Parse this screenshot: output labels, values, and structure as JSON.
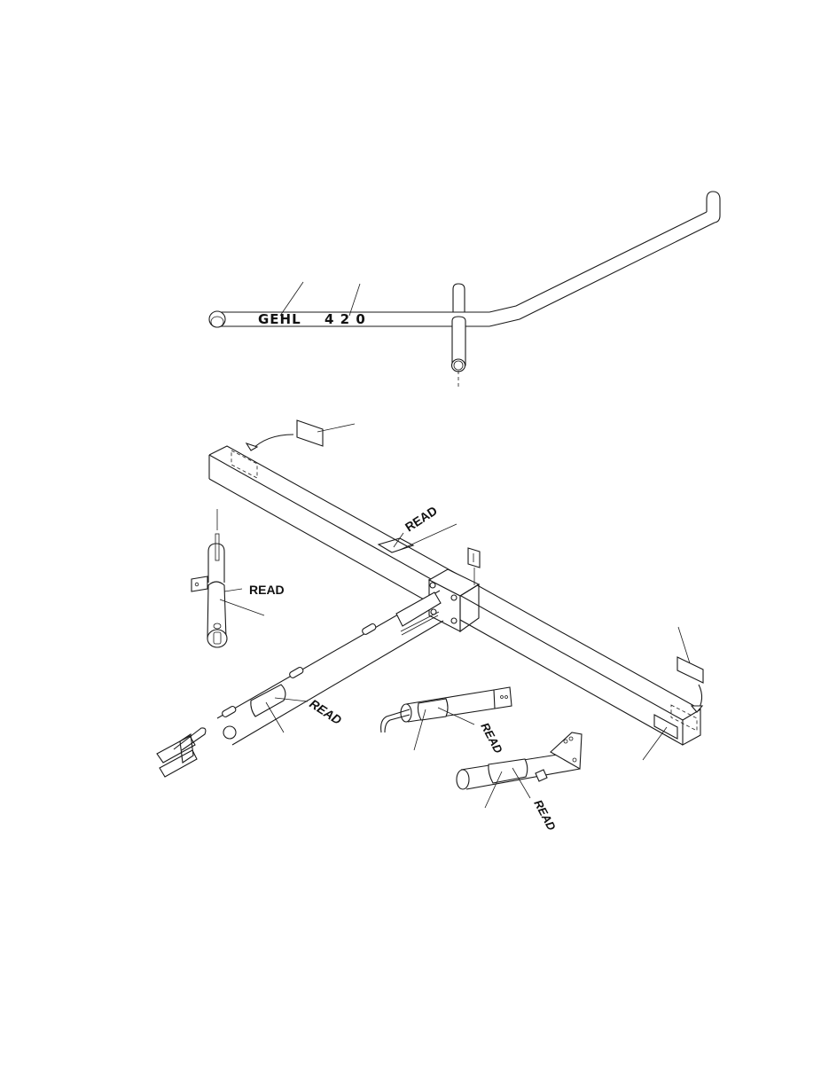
{
  "diagram": {
    "type": "parts-decal-placement",
    "handle_decal": {
      "brand": "GEHL",
      "model": "4 2 0"
    },
    "labels": {
      "frame_top_decal": "READ",
      "post_decal": "READ",
      "tongue_decal": "READ",
      "jack_decal": "READ",
      "arm_decal": "READ"
    }
  }
}
